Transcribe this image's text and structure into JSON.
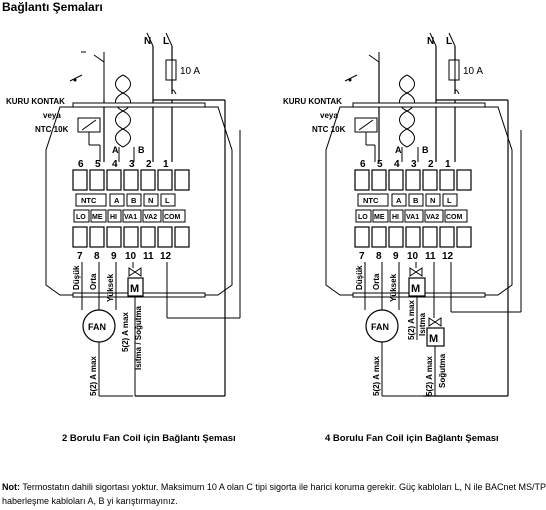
{
  "title": "Bağlantı Şemaları",
  "diagrams": [
    {
      "caption": "2 Borulu Fan Coil için Bağlantı Şeması",
      "n_label": "N",
      "l_label": "L",
      "fuse_label": "10 A",
      "contact_label": [
        "KURU KONTAK",
        "veya",
        "NTC 10K"
      ],
      "top_numbers": [
        "6",
        "5",
        "4",
        "3",
        "2",
        "1"
      ],
      "ab_labels": [
        "A",
        "B"
      ],
      "terminal_row1": [
        "NTC",
        "A",
        "B",
        "N",
        "L"
      ],
      "terminal_row2": [
        "LO",
        "ME",
        "HI",
        "VA1",
        "VA2",
        "COM"
      ],
      "bottom_numbers": [
        "7",
        "8",
        "9",
        "10",
        "11",
        "12"
      ],
      "wire_labels": [
        "Düşük",
        "Orta",
        "Yüksek"
      ],
      "fan_label": "FAN",
      "motor_labels": [
        "M"
      ],
      "valve_texts": [
        "5(2) A max",
        "Isıtma / Soğutma"
      ],
      "fan_fuse_text": "5(2) A max"
    },
    {
      "caption": "4 Borulu Fan Coil için Bağlantı Şeması",
      "n_label": "N",
      "l_label": "L",
      "fuse_label": "10 A",
      "contact_label": [
        "KURU KONTAK",
        "veya",
        "NTC 10K"
      ],
      "top_numbers": [
        "6",
        "5",
        "4",
        "3",
        "2",
        "1"
      ],
      "ab_labels": [
        "A",
        "B"
      ],
      "terminal_row1": [
        "NTC",
        "A",
        "B",
        "N",
        "L"
      ],
      "terminal_row2": [
        "LO",
        "ME",
        "HI",
        "VA1",
        "VA2",
        "COM"
      ],
      "bottom_numbers": [
        "7",
        "8",
        "9",
        "10",
        "11",
        "12"
      ],
      "wire_labels": [
        "Düşük",
        "Orta",
        "Yüksek"
      ],
      "fan_label": "FAN",
      "motor_labels": [
        "M",
        "M"
      ],
      "valve_texts": [
        "5(2) A max",
        "Isıtma",
        "5(2) A max",
        "Soğutma"
      ],
      "fan_fuse_text": "5(2) A max"
    }
  ],
  "note": {
    "bold": "Not:",
    "text": " Termostatın dahili sigortası yoktur. Maksimum 10 A olan C tipi sigorta ile harici koruma gerekir. Güç kabloları L, N ile BACnet MS/TP haberleşme kabloları A, B yi karıştırmayınız."
  }
}
